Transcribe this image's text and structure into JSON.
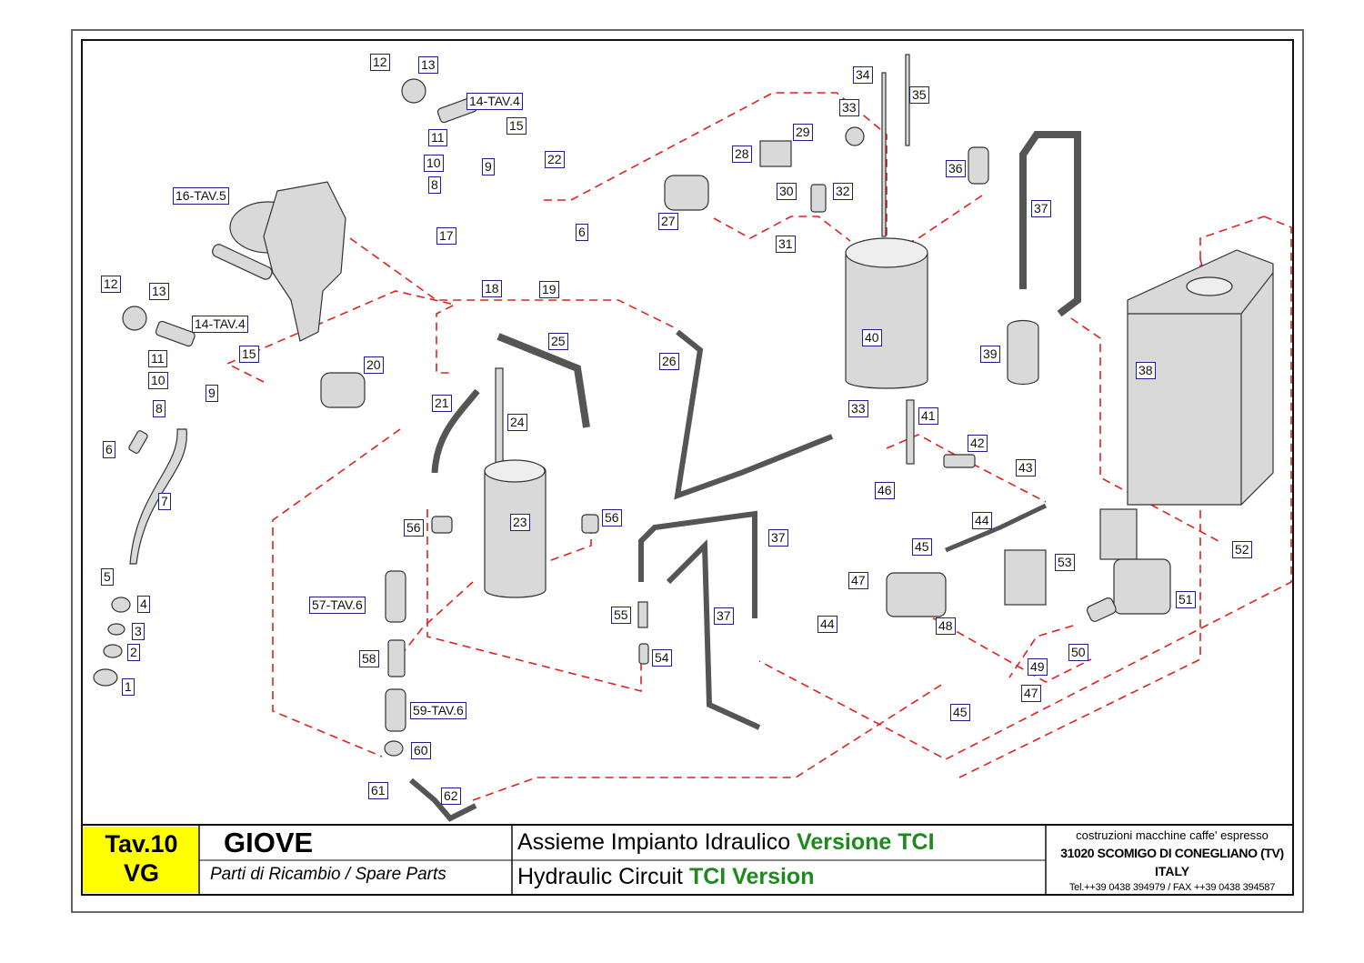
{
  "sheet": {
    "tab_number": "Tav.10",
    "tab_code": "VG",
    "model": "GIOVE",
    "parts_label": "Parti di Ricambio / Spare Parts",
    "title_it_prefix": "Assieme Impianto Idraulico ",
    "title_it_highlight": "Versione TCI",
    "title_en_prefix": "Hydraulic Circuit ",
    "title_en_highlight": "TCI Version",
    "maker": "costruzioni macchine caffe' espresso",
    "address": "31020 SCOMIGO DI CONEGLIANO (TV)",
    "country": "ITALY",
    "phone": "Tel.++39 0438 394979 / FAX ++39 0438 394587"
  },
  "colors": {
    "accent_green": "#1c8a1c",
    "tab_yellow": "#ffff00",
    "circuit_red": "#e02020",
    "callout_border": "#1f1f8c"
  },
  "callouts": [
    "12",
    "13",
    "14-TAV.4",
    "15",
    "11",
    "10",
    "9",
    "8",
    "22",
    "17",
    "6",
    "18",
    "19",
    "16-TAV.5",
    "12",
    "13",
    "14-TAV.4",
    "11",
    "15",
    "10",
    "9",
    "8",
    "6",
    "7",
    "5",
    "4",
    "3",
    "2",
    "1",
    "20",
    "21",
    "24",
    "25",
    "26",
    "56",
    "23",
    "56",
    "57-TAV.6",
    "58",
    "59-TAV.6",
    "60",
    "61",
    "62",
    "34",
    "35",
    "33",
    "29",
    "28",
    "30",
    "32",
    "27",
    "31",
    "36",
    "37",
    "40",
    "39",
    "38",
    "33",
    "41",
    "42",
    "43",
    "46",
    "44",
    "45",
    "47",
    "48",
    "44",
    "53",
    "52",
    "51",
    "50",
    "49",
    "47",
    "45",
    "37",
    "37",
    "55",
    "54"
  ]
}
